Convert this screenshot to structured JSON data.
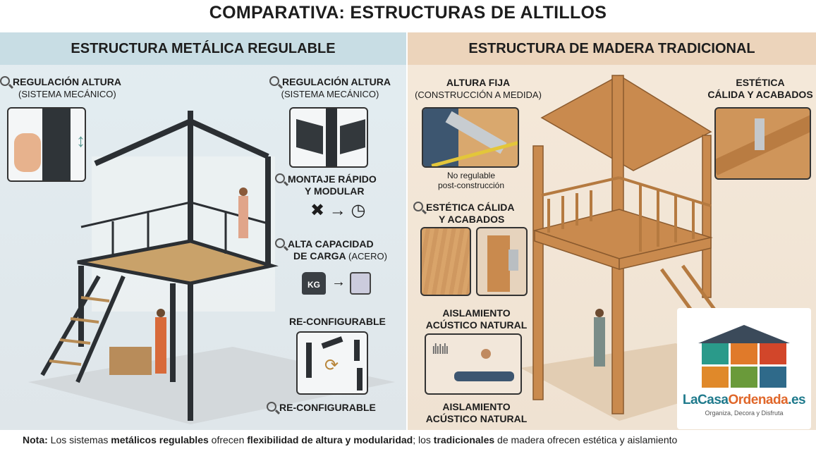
{
  "title": "COMPARATIVA: ESTRUCTURAS DE ALTILLOS",
  "metal": {
    "header": "ESTRUCTURA METÁLICA REGULABLE",
    "regulation_left": {
      "title": "REGULACIÓN ALTURA",
      "sub": "(SISTEMA MECÁNICO)"
    },
    "regulation_right": {
      "title": "REGULACIÓN ALTURA",
      "sub": "(SISTEMA MECÁNICO)"
    },
    "assembly": {
      "line1": "MONTAJE RÁPIDO",
      "line2": "Y MODULAR"
    },
    "load": {
      "line1": "ALTA CAPACIDAD",
      "line2": "DE CARGA",
      "paren": "(ACERO)",
      "weight_label": "KG"
    },
    "reconfig_box_title": "RE-CONFIGURABLE",
    "reconfig_bottom": "RE-CONFIGURABLE",
    "colors": {
      "panel": "#e3edf1",
      "header": "#c8dde4",
      "steel": "#2b2f33"
    }
  },
  "wood": {
    "header": "ESTRUCTURA DE MADERA TRADICIONAL",
    "fixed": {
      "title": "ALTURA FIJA",
      "sub": "(CONSTRUCCIÓN A MEDIDA)",
      "note1": "No regulable",
      "note2": "post-construcción"
    },
    "aesthetic_left": {
      "line1": "ESTÉTICA CÁLIDA",
      "line2": "Y ACABADOS"
    },
    "aesthetic_right": {
      "line1": "ESTÉTICA",
      "line2": "CÁLIDA Y ACABADOS"
    },
    "acoustic_top": {
      "line1": "AISLAMIENTO",
      "line2": "ACÚSTICO NATURAL"
    },
    "acoustic_bottom": {
      "line1": "AISLAMIENTO",
      "line2": "ACÚSTICO NATURAL"
    },
    "colors": {
      "panel": "#f5e9da",
      "header": "#ecd4bb",
      "wood": "#c98a4e"
    }
  },
  "logo": {
    "brand_a": "LaCasa",
    "brand_b": "Ordenada",
    "brand_c": ".es",
    "tagline": "Organiza, Decora y Disfruta"
  },
  "note": {
    "label": "Nota:",
    "t1": " Los sistemas ",
    "b1": "metálicos regulables",
    "t2": " ofrecen ",
    "b2": "flexibilidad de altura y modularidad",
    "t3": "; los ",
    "b3": "tradicionales",
    "t4": " de madera ofrecen estética y aislamiento"
  }
}
